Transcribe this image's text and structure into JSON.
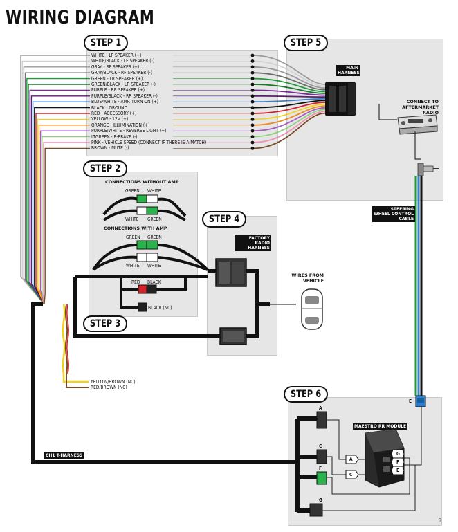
{
  "title": "WIRING DIAGRAM",
  "steps": {
    "s1": "STEP 1",
    "s2": "STEP 2",
    "s3": "STEP 3",
    "s4": "STEP 4",
    "s5": "STEP 5",
    "s6": "STEP 6"
  },
  "step1_wires": [
    {
      "label": "WHITE - LF SPEAKER (+)",
      "color": "#ffffff"
    },
    {
      "label": "WHITE/BLACK - LF SPEAKER (-)",
      "color": "#d0d0d0"
    },
    {
      "label": "GRAY - RF SPEAKER (+)",
      "color": "#9a9a9a"
    },
    {
      "label": "GRAY/BLACK - RF SPEAKER (-)",
      "color": "#6e6e6e"
    },
    {
      "label": "GREEN - LR SPEAKER (+)",
      "color": "#1f9a3a"
    },
    {
      "label": "GREEN/BLACK - LR SPEAKER (-)",
      "color": "#167a2c"
    },
    {
      "label": "PURPLE - RR SPEAKER (+)",
      "color": "#7b2a9c"
    },
    {
      "label": "PURPLE/BLACK - RR SPEAKER (-)",
      "color": "#5b1d75"
    },
    {
      "label": "BLUE/WHITE - AMP. TURN ON (+)",
      "color": "#3d7fc9"
    },
    {
      "label": "BLACK - GROUND",
      "color": "#111111"
    },
    {
      "label": "RED - ACCESSORY (+)",
      "color": "#d2232a"
    },
    {
      "label": "YELLOW - 12V (+)",
      "color": "#f2d21b"
    },
    {
      "label": "ORANGE - ILLUMINATION (+)",
      "color": "#ef8a1e"
    },
    {
      "label": "PURPLE/WHITE - REVERSE LIGHT (+)",
      "color": "#a45bc2"
    },
    {
      "label": "LTGREEN - E-BRAKE (-)",
      "color": "#8fd17a"
    },
    {
      "label": "PINK - VEHICLE SPEED (CONNECT IF THERE IS A MATCH)",
      "color": "#ee8fb5"
    },
    {
      "label": "BROWN - MUTE (-)",
      "color": "#7a4a22"
    }
  ],
  "step5": {
    "main_harness": "MAIN HARNESS",
    "connect_to": "CONNECT TO AFTERMARKET RADIO"
  },
  "step2": {
    "without_amp": "CONNECTIONS WITHOUT AMP",
    "with_amp": "CONNECTIONS WITH AMP",
    "green": "GREEN",
    "white": "WHITE",
    "red": "RED",
    "black": "BLACK",
    "black_nc": "BLACK (NC)"
  },
  "step4": {
    "factory_radio": "FACTORY RADIO HARNESS",
    "wires_from_vehicle": "WIRES FROM VEHICLE"
  },
  "steering": "STEERING WHEEL CONTROL CABLE",
  "nc_wires": [
    "YELLOW/BROWN (NC)",
    "RED/BROWN (NC)"
  ],
  "t_harness": "CH1 T-HARNESS",
  "step6": {
    "module": "MAESTRO RR MODULE",
    "ports": [
      "A",
      "C",
      "F",
      "G"
    ],
    "module_ports": [
      "G",
      "F",
      "E"
    ],
    "tags": [
      "A",
      "C"
    ],
    "e_label": "E"
  },
  "page_number": "7"
}
